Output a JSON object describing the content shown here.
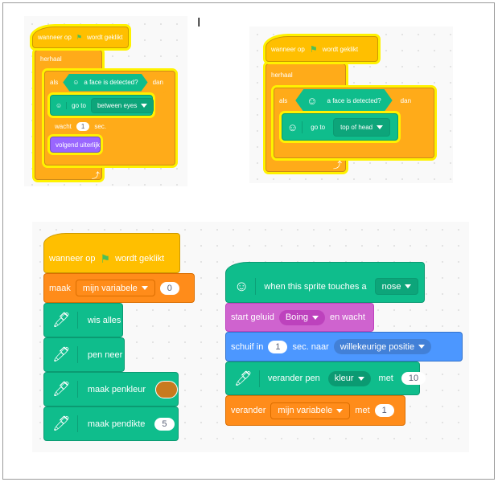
{
  "colors": {
    "control": "#ffab19",
    "extension": "#0fbd8c",
    "events": "#ffbf00",
    "variables": "#ff8c1a",
    "motion": "#4c97ff",
    "sound": "#cf63cf",
    "looks": "#9966ff",
    "pen_color_swatch": "#c87a1e"
  },
  "script1": {
    "hat": [
      "wanneer op",
      "wordt geklikt"
    ],
    "repeat": "herhaal",
    "if": [
      "als",
      "a face is detected?",
      "dan"
    ],
    "goto": "go to",
    "goto_target": "between eyes",
    "wait": [
      "wacht",
      "1",
      "sec."
    ],
    "looks": "volgend uiterlijk"
  },
  "script2": {
    "hat": [
      "wanneer op",
      "wordt geklikt"
    ],
    "repeat": "herhaal",
    "if": [
      "als",
      "a face is detected?",
      "dan"
    ],
    "goto": "go to",
    "goto_target": "top of head"
  },
  "script3": {
    "hat": [
      "wanneer op",
      "wordt geklikt"
    ],
    "set_var": [
      "maak",
      "mijn variabele",
      "0"
    ],
    "clear": "wis alles",
    "pen_down": "pen neer",
    "set_color": "maak penkleur",
    "set_size": [
      "maak pendikte",
      "5"
    ]
  },
  "script4": {
    "hat": [
      "when this sprite touches a",
      "nose"
    ],
    "sound": [
      "start geluid",
      "Boing",
      "en wacht"
    ],
    "glide": [
      "schuif in",
      "1",
      "sec. naar",
      "willekeurige positie"
    ],
    "change_pen": [
      "verander pen",
      "kleur",
      "met",
      "10"
    ],
    "change_var": [
      "verander",
      "mijn variabele",
      "met",
      "1"
    ]
  }
}
